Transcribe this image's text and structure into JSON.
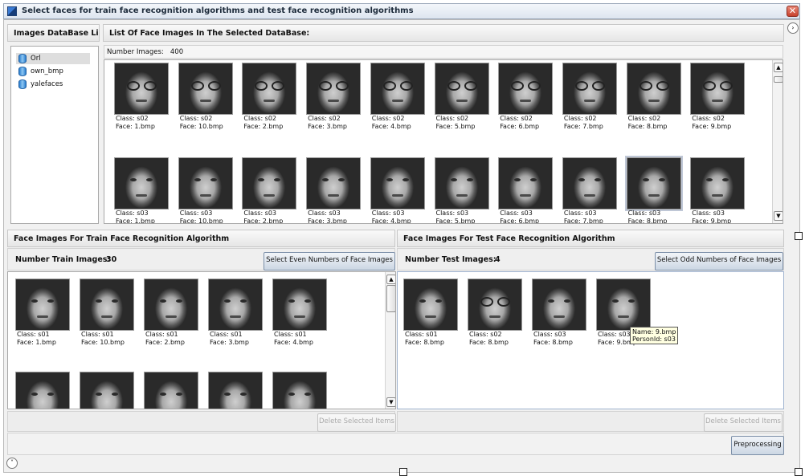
{
  "window": {
    "title": "Select faces for train face recognition algorithms and test face recognition algorithms",
    "close_icon": "✕"
  },
  "db_panel": {
    "heading": "Images DataBase List:",
    "items": [
      {
        "label": "Orl"
      },
      {
        "label": "own_bmp"
      },
      {
        "label": "yalefaces"
      }
    ]
  },
  "list_panel": {
    "heading": "List Of Face Images In The Selected DataBase:",
    "count_label": "Number Images:",
    "count": "400",
    "row1": [
      {
        "class": "Class: s02",
        "face": "Face:  1.bmp"
      },
      {
        "class": "Class: s02",
        "face": "Face:  10.bmp"
      },
      {
        "class": "Class: s02",
        "face": "Face:  2.bmp"
      },
      {
        "class": "Class: s02",
        "face": "Face:  3.bmp"
      },
      {
        "class": "Class: s02",
        "face": "Face:  4.bmp"
      },
      {
        "class": "Class: s02",
        "face": "Face:  5.bmp"
      },
      {
        "class": "Class: s02",
        "face": "Face:  6.bmp"
      },
      {
        "class": "Class: s02",
        "face": "Face:  7.bmp"
      },
      {
        "class": "Class: s02",
        "face": "Face:  8.bmp"
      },
      {
        "class": "Class: s02",
        "face": "Face:  9.bmp"
      }
    ],
    "row2": [
      {
        "class": "Class: s03",
        "face": "Face:  1.bmp"
      },
      {
        "class": "Class: s03",
        "face": "Face:  10.bmp"
      },
      {
        "class": "Class: s03",
        "face": "Face:  2.bmp"
      },
      {
        "class": "Class: s03",
        "face": "Face:  3.bmp"
      },
      {
        "class": "Class: s03",
        "face": "Face:  4.bmp"
      },
      {
        "class": "Class: s03",
        "face": "Face:  5.bmp"
      },
      {
        "class": "Class: s03",
        "face": "Face:  6.bmp"
      },
      {
        "class": "Class: s03",
        "face": "Face:  7.bmp"
      },
      {
        "class": "Class: s03",
        "face": "Face:  8.bmp"
      },
      {
        "class": "Class: s03",
        "face": "Face:  9.bmp"
      }
    ]
  },
  "train_panel": {
    "heading": "Face Images For Train Face Recognition Algorithm",
    "count_label": "Number Train Images:",
    "count": "30",
    "select_button": "Select Even Numbers of Face Images",
    "delete_button": "Delete Selected Items",
    "items": [
      {
        "class": "Class: s01",
        "face": "Face:  1.bmp"
      },
      {
        "class": "Class: s01",
        "face": "Face:  10.bmp"
      },
      {
        "class": "Class: s01",
        "face": "Face:  2.bmp"
      },
      {
        "class": "Class: s01",
        "face": "Face:  3.bmp"
      },
      {
        "class": "Class: s01",
        "face": "Face:  4.bmp"
      }
    ]
  },
  "test_panel": {
    "heading": "Face Images For Test Face Recognition Algorithm",
    "count_label": "Number Test Images:",
    "count": "4",
    "select_button": "Select Odd Numbers of Face Images",
    "delete_button": "Delete Selected Items",
    "items": [
      {
        "class": "Class: s01",
        "face": "Face:  8.bmp"
      },
      {
        "class": "Class: s02",
        "face": "Face:  8.bmp"
      },
      {
        "class": "Class: s03",
        "face": "Face:  8.bmp"
      },
      {
        "class": "Class: s03",
        "face": "Face:  9.bmp"
      }
    ],
    "tooltip": {
      "name": "Name: 9.bmp",
      "person": "PersonId: s03"
    }
  },
  "preprocessing_button": "Preprocessing",
  "scroll_icons": {
    "up": "▲",
    "down": "▼"
  }
}
